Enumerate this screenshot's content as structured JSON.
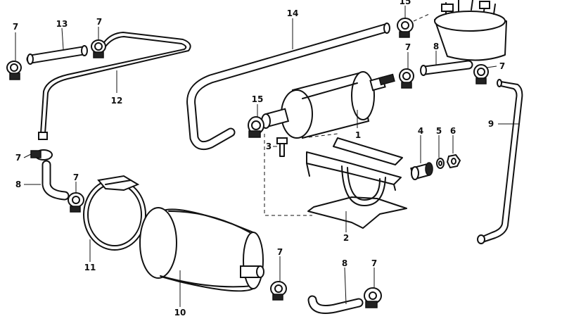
{
  "callouts": [
    {
      "id": "c7a",
      "number": "7"
    },
    {
      "id": "c13",
      "number": "13"
    },
    {
      "id": "c7b",
      "number": "7"
    },
    {
      "id": "c12",
      "number": "12"
    },
    {
      "id": "c14",
      "number": "14"
    },
    {
      "id": "c15top",
      "number": "15"
    },
    {
      "id": "c7c",
      "number": "7"
    },
    {
      "id": "c8a",
      "number": "8"
    },
    {
      "id": "c7d",
      "number": "7"
    },
    {
      "id": "c15",
      "number": "15"
    },
    {
      "id": "c1",
      "number": "1"
    },
    {
      "id": "c9",
      "number": "9"
    },
    {
      "id": "c3",
      "number": "3"
    },
    {
      "id": "c4",
      "number": "4"
    },
    {
      "id": "c5",
      "number": "5"
    },
    {
      "id": "c6",
      "number": "6"
    },
    {
      "id": "c7e",
      "number": "7"
    },
    {
      "id": "c8b",
      "number": "8"
    },
    {
      "id": "c7f",
      "number": "7"
    },
    {
      "id": "c2",
      "number": "2"
    },
    {
      "id": "c11",
      "number": "11"
    },
    {
      "id": "c7g",
      "number": "7"
    },
    {
      "id": "c8c",
      "number": "8"
    },
    {
      "id": "c7h",
      "number": "7"
    },
    {
      "id": "c10",
      "number": "10"
    }
  ],
  "parts": [
    {
      "number": "1",
      "name": "fuel-pump"
    },
    {
      "number": "2",
      "name": "pump-bracket"
    },
    {
      "number": "3",
      "name": "bolt"
    },
    {
      "number": "4",
      "name": "rubber-mount"
    },
    {
      "number": "5",
      "name": "washer"
    },
    {
      "number": "6",
      "name": "nut"
    },
    {
      "number": "7",
      "name": "hose-clamp"
    },
    {
      "number": "8",
      "name": "fuel-hose-short"
    },
    {
      "number": "9",
      "name": "fuel-line"
    },
    {
      "number": "10",
      "name": "fuel-filter"
    },
    {
      "number": "11",
      "name": "filter-clamp"
    },
    {
      "number": "12",
      "name": "fuel-line"
    },
    {
      "number": "13",
      "name": "fuel-hose"
    },
    {
      "number": "14",
      "name": "fuel-hose-long"
    },
    {
      "number": "15",
      "name": "hose-clamp"
    }
  ]
}
